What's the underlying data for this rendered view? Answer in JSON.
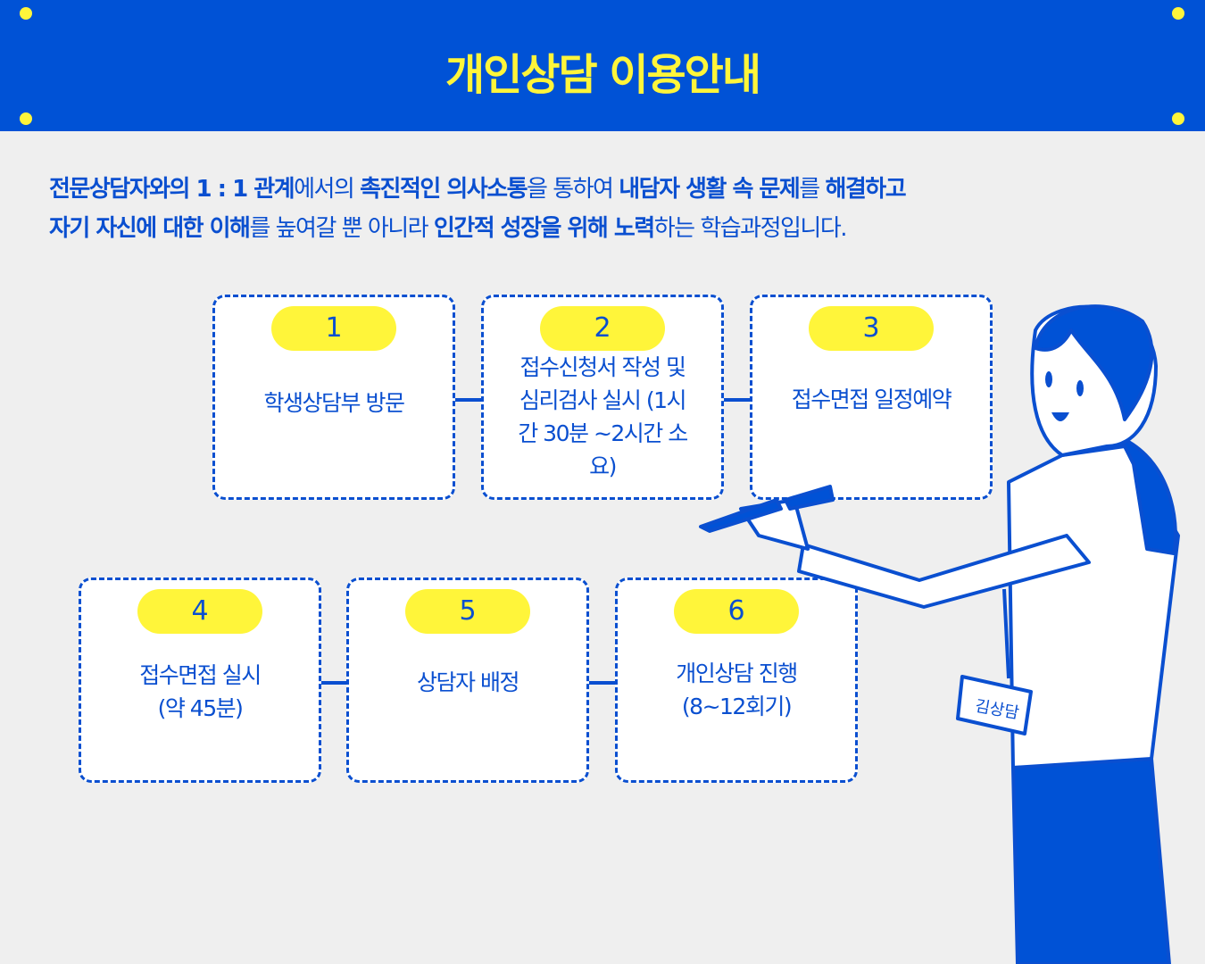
{
  "header": {
    "title": "개인상담 이용안내"
  },
  "intro": {
    "line1": [
      {
        "t": "전문상담자와의 1 : 1 관계",
        "b": true
      },
      {
        "t": "에서의 ",
        "b": false
      },
      {
        "t": "촉진적인 의사소통",
        "b": true
      },
      {
        "t": "을 통하여 ",
        "b": false
      },
      {
        "t": "내담자 생활 속 문제",
        "b": true
      },
      {
        "t": "를 ",
        "b": false
      },
      {
        "t": "해결하고",
        "b": true
      }
    ],
    "line2": [
      {
        "t": "자기 자신에 대한 이해",
        "b": true
      },
      {
        "t": "를 높여갈 뿐 아니라 ",
        "b": false
      },
      {
        "t": "인간적 성장을 위해 노력",
        "b": true
      },
      {
        "t": "하는 학습과정입니다.",
        "b": false
      }
    ]
  },
  "steps": [
    {
      "num": "1",
      "text": "학생상담부 방문"
    },
    {
      "num": "2",
      "text": "접수신청서 작성 및 심리검사 실시 (1시간 30분 ~2시간 소요)"
    },
    {
      "num": "3",
      "text": "접수면접 일정예약"
    },
    {
      "num": "4",
      "text": "접수면접 실시 (약 45분)"
    },
    {
      "num": "5",
      "text": "상담자 배정"
    },
    {
      "num": "6",
      "text": "개인상담 진행 (8~12회기)"
    }
  ],
  "illustration": {
    "badge": "김상담"
  },
  "colors": {
    "blue": "#0052d6",
    "yellow": "#fff53a"
  }
}
